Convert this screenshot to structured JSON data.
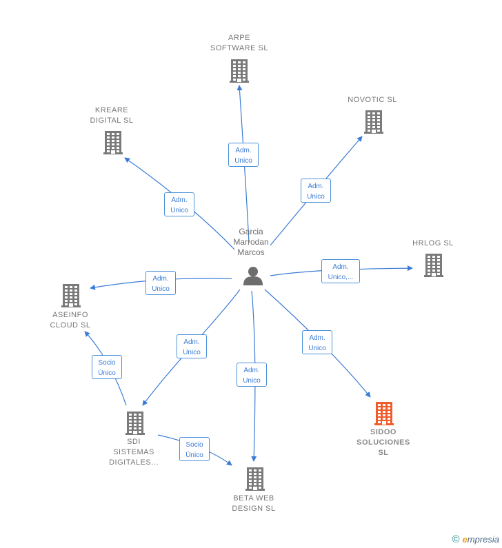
{
  "colors": {
    "edge": "#3a7bd5",
    "building": "#7a7a7a",
    "building_highlight": "#f25c2a",
    "person": "#6d6d6d"
  },
  "center": {
    "label": "Garcia\nMarrodan\nMarcos",
    "icon": "person-icon"
  },
  "nodes": [
    {
      "id": "arpe",
      "label": "ARPE\nSOFTWARE  SL",
      "icon": "building-icon"
    },
    {
      "id": "kreare",
      "label": "KREARE\nDIGITAL  SL",
      "icon": "building-icon"
    },
    {
      "id": "novotic",
      "label": "NOVOTIC  SL",
      "icon": "building-icon"
    },
    {
      "id": "hrlog",
      "label": "HRLOG  SL",
      "icon": "building-icon"
    },
    {
      "id": "aseinfo",
      "label": "ASEINFO\nCLOUD  SL",
      "icon": "building-icon"
    },
    {
      "id": "sidoo",
      "label": "SIDOO\nSOLUCIONES\nSL",
      "icon": "building-icon",
      "highlight": true
    },
    {
      "id": "sdi",
      "label": "SDI\nSISTEMAS\nDIGITALES...",
      "icon": "building-icon"
    },
    {
      "id": "beta",
      "label": "BETA WEB\nDESIGN  SL",
      "icon": "building-icon"
    }
  ],
  "edges": [
    {
      "id": "e-arpe",
      "label": "Adm.\nUnico"
    },
    {
      "id": "e-kreare",
      "label": "Adm.\nUnico"
    },
    {
      "id": "e-novotic",
      "label": "Adm.\nUnico"
    },
    {
      "id": "e-hrlog",
      "label": "Adm.\nUnico,..."
    },
    {
      "id": "e-aseinfo",
      "label": "Adm.\nUnico"
    },
    {
      "id": "e-sdi",
      "label": "Adm.\nUnico"
    },
    {
      "id": "e-beta",
      "label": "Adm.\nUnico"
    },
    {
      "id": "e-sidoo",
      "label": "Adm.\nUnico"
    },
    {
      "id": "e-sdi-aseinfo",
      "label": "Socio\nÚnico"
    },
    {
      "id": "e-sdi-beta",
      "label": "Socio\nÚnico"
    }
  ],
  "footer": {
    "copyright": "©",
    "brand_first": "e",
    "brand_rest": "mpresia"
  }
}
